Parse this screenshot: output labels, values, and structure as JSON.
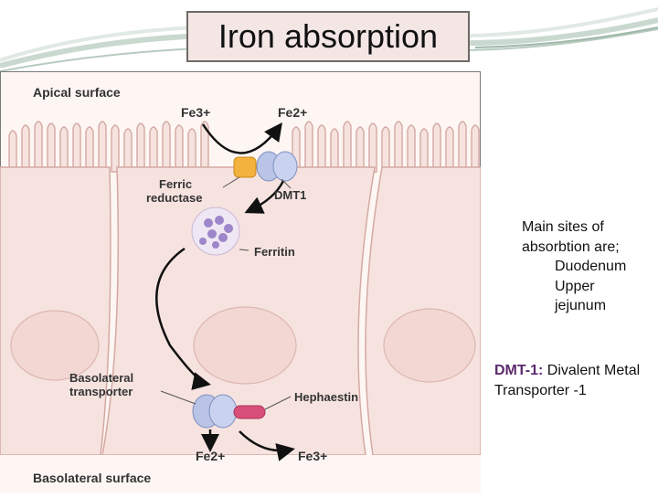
{
  "title": "Iron absorption",
  "diagram": {
    "apical_surface": "Apical surface",
    "basolateral_surface": "Basolateral surface",
    "fe3_top": "Fe3+",
    "fe2_top": "Fe2+",
    "ferric_reductase": [
      "Ferric",
      "reductase"
    ],
    "dmt1": "DMT1",
    "ferritin": "Ferritin",
    "basolateral_transporter": [
      "Basolateral",
      "transporter"
    ],
    "hephaestin": "Hephaestin",
    "fe2_bottom": "Fe2+",
    "fe3_bottom": "Fe3+"
  },
  "side_notes": {
    "heading": [
      "Main sites of",
      "absorbtion are;"
    ],
    "sites": [
      "Duodenum",
      "Upper",
      "jejunum"
    ]
  },
  "dmt_note": {
    "term": "DMT-1:",
    "definition": " Divalent Metal Transporter -1"
  },
  "colors": {
    "cell_fill": "#f6e3df",
    "cell_outline": "#d4a9a3",
    "lumen": "#fdf6f3",
    "reductase": "#f3b23d",
    "dmt1": "#b9c4e6",
    "hephaestin": "#d84f79",
    "ferritin_dots": "#9d86c9",
    "arrow": "#111111"
  }
}
